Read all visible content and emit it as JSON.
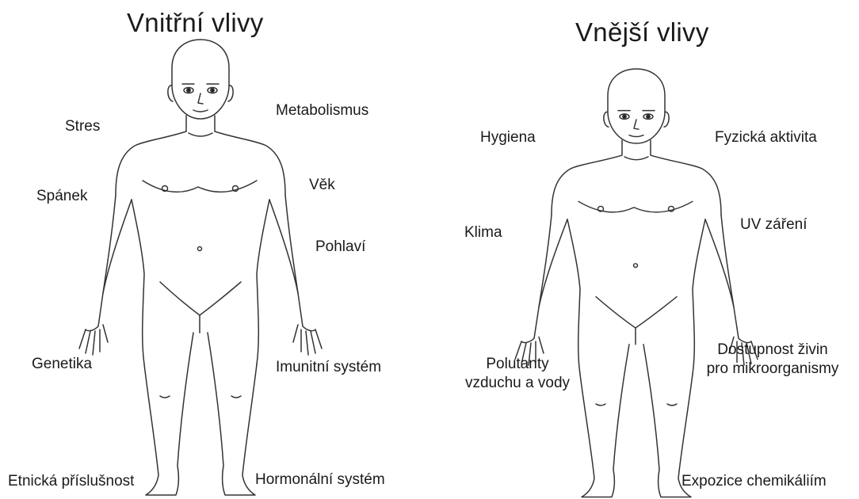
{
  "inner": {
    "title": "Vnitřní vlivy",
    "labels": {
      "stres": "Stres",
      "spanek": "Spánek",
      "genetika": "Genetika",
      "etnicka": "Etnická příslušnost",
      "metabolismus": "Metabolismus",
      "vek": "Věk",
      "pohlavi": "Pohlaví",
      "imunitni": "Imunitní systém",
      "hormonalni": "Hormonální systém"
    }
  },
  "outer": {
    "title": "Vnější vlivy",
    "labels": {
      "hygiena": "Hygiena",
      "klima": "Klima",
      "polutanty_1": "Polutanty",
      "polutanty_2": "vzduchu a vody",
      "fyzicka": "Fyzická aktivita",
      "uv": "UV záření",
      "dostupnost_1": "Dostupnost živin",
      "dostupnost_2": "pro mikroorganismy",
      "expozice": "Expozice chemikáliím"
    }
  },
  "icons": {
    "figure": "human-body-outline-icon"
  }
}
